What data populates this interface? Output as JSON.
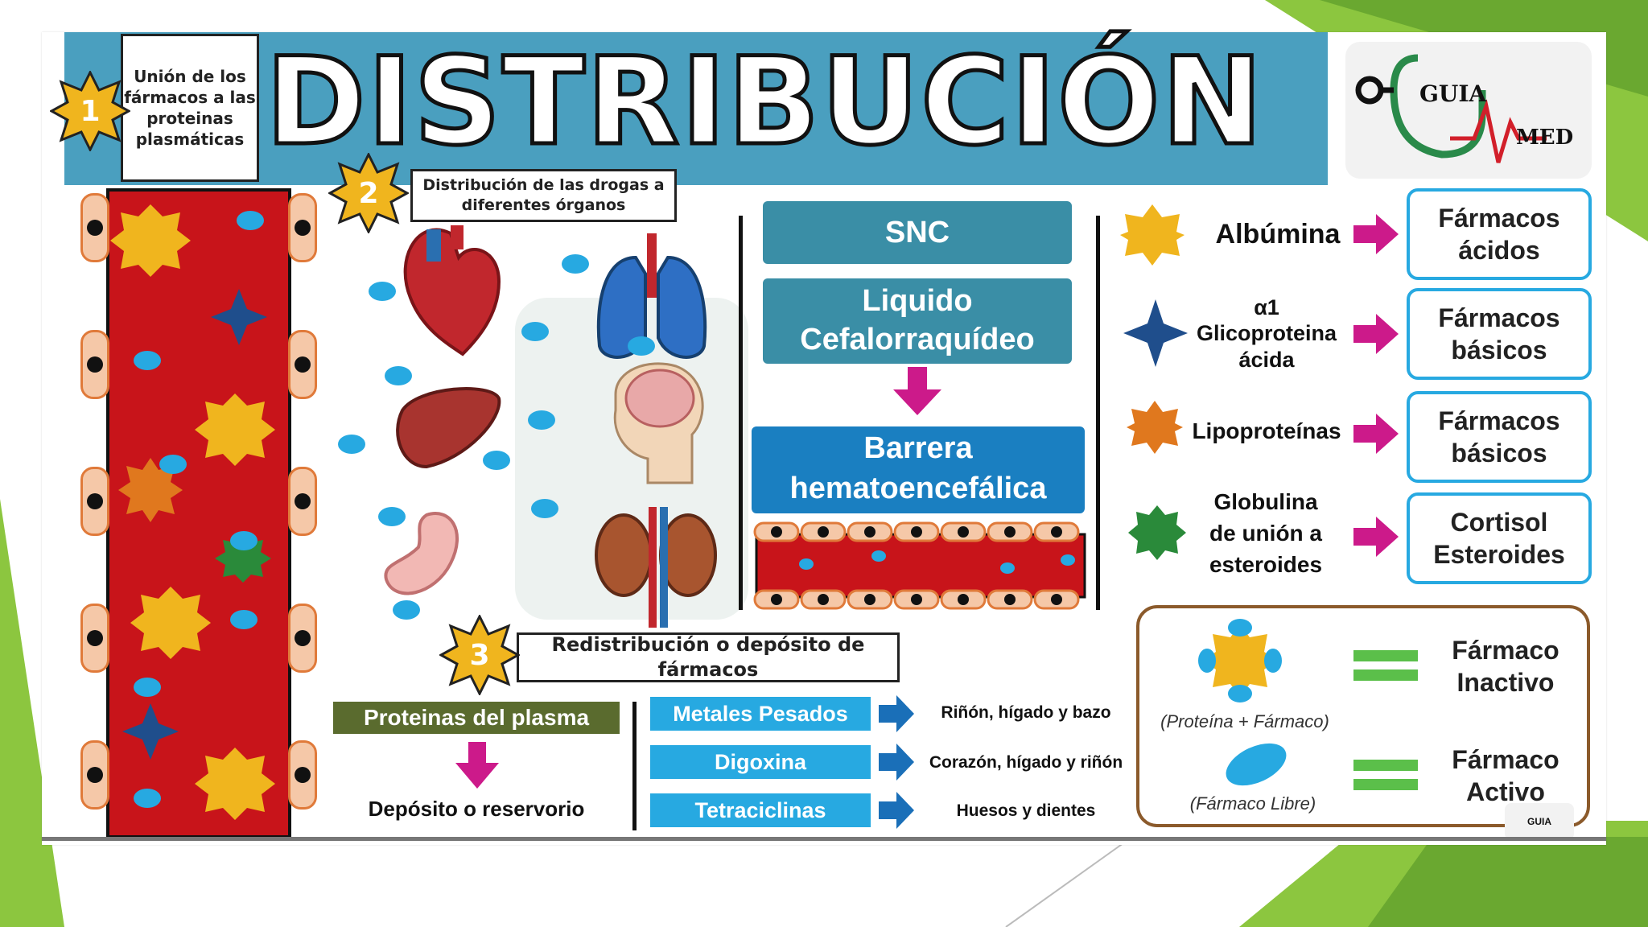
{
  "title": "DISTRIBUCIÓN",
  "logo": {
    "line1": "GUIA",
    "line2": "MED",
    "mini": "GUIA"
  },
  "steps": [
    {
      "number": "1",
      "label": "Unión de los fármacos a las proteinas plasmáticas"
    },
    {
      "number": "2",
      "label": "Distribución de las drogas a diferentes órganos"
    },
    {
      "number": "3",
      "label": "Redistribución o depósito de fármacos"
    }
  ],
  "cns": {
    "snc": "SNC",
    "liquid_line1": "Liquido",
    "liquid_line2": "Cefalorraquídeo",
    "barrier_line1": "Barrera",
    "barrier_line2": "hematoencefálica"
  },
  "proteins": [
    {
      "name": "Albúmina",
      "drugs_line1": "Fármacos",
      "drugs_line2": "ácidos",
      "color": "#f0b51e"
    },
    {
      "name_line1": "α1",
      "name_line2": "Glicoproteina",
      "name_line3": "ácida",
      "drugs_line1": "Fármacos",
      "drugs_line2": "básicos",
      "color": "#1f4e8c"
    },
    {
      "name": "Lipoproteínas",
      "drugs_line1": "Fármacos",
      "drugs_line2": "básicos",
      "color": "#e0781e"
    },
    {
      "name_line1": "Globulina",
      "name_line2": "de unión a",
      "name_line3": "esteroides",
      "drugs_line1": "Cortisol",
      "drugs_line2": "Esteroides",
      "color": "#2a8a3a"
    }
  ],
  "deposit": {
    "plasma_title": "Proteinas del plasma",
    "plasma_result": "Depósito o reservorio",
    "rows": [
      {
        "drug": "Metales Pesados",
        "organs": "Riñón, hígado y bazo"
      },
      {
        "drug": "Digoxina",
        "organs": "Corazón, hígado y riñón"
      },
      {
        "drug": "Tetraciclinas",
        "organs": "Huesos y dientes"
      }
    ]
  },
  "legend": {
    "bound_caption": "(Proteína + Fármaco)",
    "bound_line1": "Fármaco",
    "bound_line2": "Inactivo",
    "free_caption": "(Fármaco Libre)",
    "free_line1": "Fármaco",
    "free_line2": "Activo"
  },
  "colors": {
    "accent_green": "#8cc63f",
    "title_band": "#4a9fbf",
    "blood": "#c8141a",
    "free_drug": "#27a9e1",
    "arrow": "#cc1a8a"
  }
}
